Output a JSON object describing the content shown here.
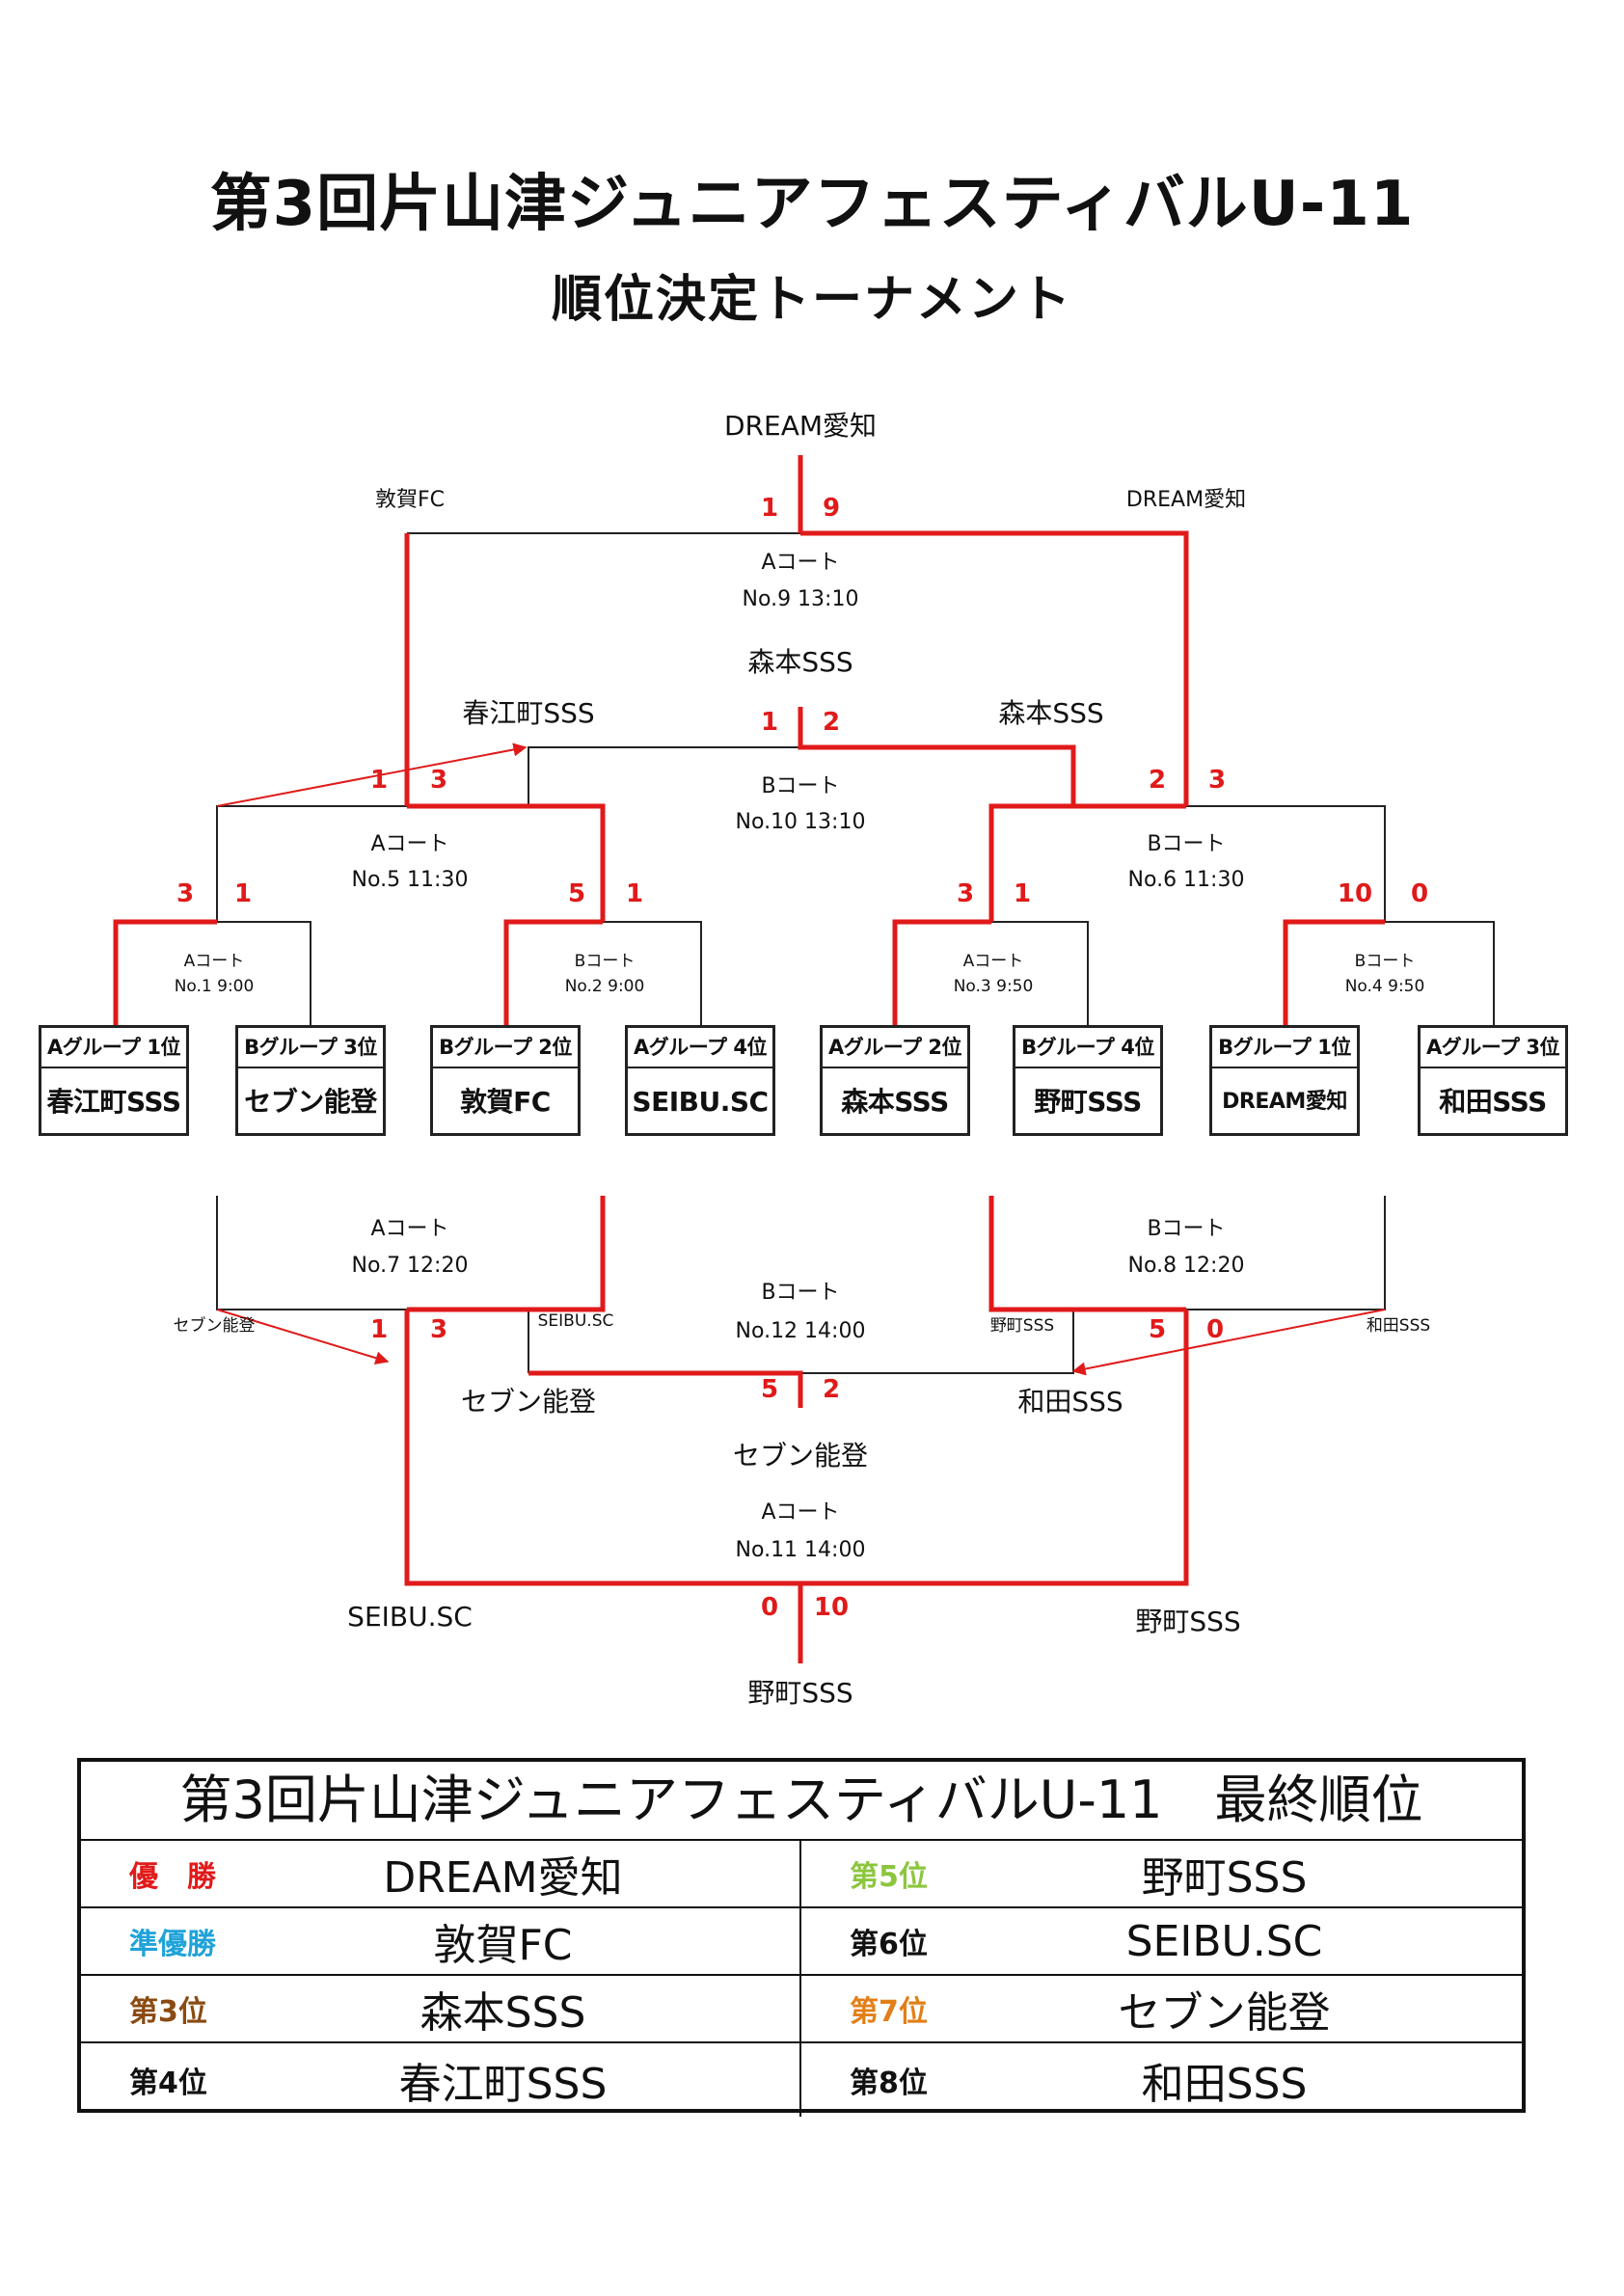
{
  "header": {
    "title": "第3回片山津ジュニアフェスティバルU-11",
    "subtitle": "順位決定トーナメント"
  },
  "teams": [
    {
      "pos": "Aグループ 1位",
      "name": "春江町SSS"
    },
    {
      "pos": "Bグループ 3位",
      "name": "セブン能登"
    },
    {
      "pos": "Bグループ 2位",
      "name": "敦賀FC"
    },
    {
      "pos": "Aグループ 4位",
      "name": "SEIBU.SC"
    },
    {
      "pos": "Aグループ 2位",
      "name": "森本SSS"
    },
    {
      "pos": "Bグループ 4位",
      "name": "野町SSS"
    },
    {
      "pos": "Bグループ 1位",
      "name": "DREAM愛知"
    },
    {
      "pos": "Aグループ 3位",
      "name": "和田SSS"
    }
  ],
  "matches": {
    "m1": {
      "court": "Aコート",
      "info": "No.1 9:00",
      "score_l": "3",
      "score_r": "1"
    },
    "m2": {
      "court": "Bコート",
      "info": "No.2 9:00",
      "score_l": "5",
      "score_r": "1"
    },
    "m3": {
      "court": "Aコート",
      "info": "No.3 9:50",
      "score_l": "3",
      "score_r": "1"
    },
    "m4": {
      "court": "Bコート",
      "info": "No.4 9:50",
      "score_l": "10",
      "score_r": "0"
    },
    "m5": {
      "court": "Aコート",
      "info": "No.5 11:30",
      "score_l": "1",
      "score_r": "3"
    },
    "m6": {
      "court": "Bコート",
      "info": "No.6 11:30",
      "score_l": "2",
      "score_r": "3"
    },
    "m7": {
      "court": "Aコート",
      "info": "No.7 12:20",
      "score_l": "1",
      "score_r": "3",
      "left_team": "セブン能登",
      "right_team": "SEIBU.SC"
    },
    "m8": {
      "court": "Bコート",
      "info": "No.8 12:20",
      "score_l": "5",
      "score_r": "0",
      "left_team": "野町SSS",
      "right_team": "和田SSS"
    },
    "m9": {
      "court": "Aコート",
      "info": "No.9 13:10",
      "score_l": "1",
      "score_r": "9",
      "left_team": "敦賀FC",
      "right_team": "DREAM愛知",
      "winner": "DREAM愛知"
    },
    "m10": {
      "court": "Bコート",
      "info": "No.10 13:10",
      "score_l": "1",
      "score_r": "2",
      "left_team": "春江町SSS",
      "right_team": "森本SSS",
      "winner": "森本SSS"
    },
    "m11": {
      "court": "Aコート",
      "info": "No.11 14:00",
      "score_l": "0",
      "score_r": "10",
      "left_team": "SEIBU.SC",
      "right_team": "野町SSS",
      "winner": "野町SSS"
    },
    "m12": {
      "court": "Bコート",
      "info": "No.12 14:00",
      "score_l": "5",
      "score_r": "2",
      "left_team": "セブン能登",
      "right_team": "和田SSS",
      "winner": "セブン能登"
    }
  },
  "results": {
    "title": "第3回片山津ジュニアフェスティバルU-11　最終順位",
    "rows": [
      {
        "l_rank": "優　勝",
        "l_color": "#e01a1a",
        "l_name": "DREAM愛知",
        "r_rank": "第5位",
        "r_color": "#8cc63f",
        "r_name": "野町SSS"
      },
      {
        "l_rank": "準優勝",
        "l_color": "#1fa3d9",
        "l_name": "敦賀FC",
        "r_rank": "第6位",
        "r_color": "#111111",
        "r_name": "SEIBU.SC"
      },
      {
        "l_rank": "第3位",
        "l_color": "#8a4a12",
        "l_name": "森本SSS",
        "r_rank": "第7位",
        "r_color": "#e27f18",
        "r_name": "セブン能登"
      },
      {
        "l_rank": "第4位",
        "l_color": "#111111",
        "l_name": "春江町SSS",
        "r_rank": "第8位",
        "r_color": "#111111",
        "r_name": "和田SSS"
      }
    ]
  },
  "colors": {
    "win_line": "#e01a1a",
    "line": "#222222"
  }
}
